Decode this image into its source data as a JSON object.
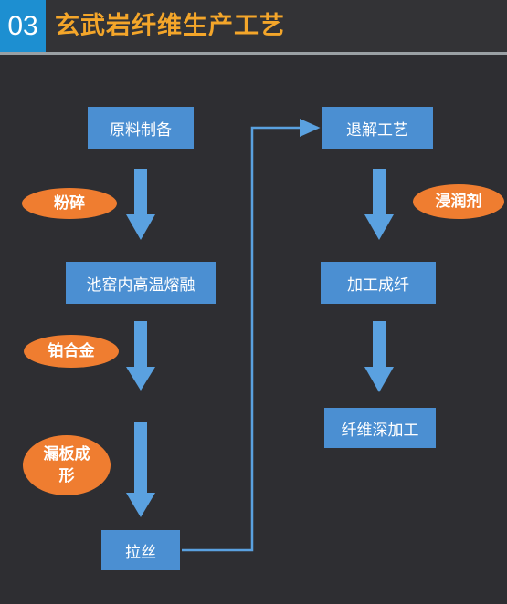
{
  "header": {
    "number": "03",
    "title": "玄武岩纤维生产工艺"
  },
  "steps": {
    "raw_material": "原料制备",
    "melting": "池窑内高温熔融",
    "drawing": "拉丝",
    "degrade": "退解工艺",
    "fiber_forming": "加工成纤",
    "deep_processing": "纤维深加工"
  },
  "process_labels": {
    "crushing": "粉碎",
    "platinum_alloy": "铂合金",
    "bushing_forming": "漏板成\n形",
    "infiltrant": "浸润剂"
  },
  "colors": {
    "background": "#2e2e32",
    "box": "#4b8fd2",
    "oval": "#ef7d30",
    "title": "#f4a62a",
    "number_bg": "#1d8fd1"
  }
}
